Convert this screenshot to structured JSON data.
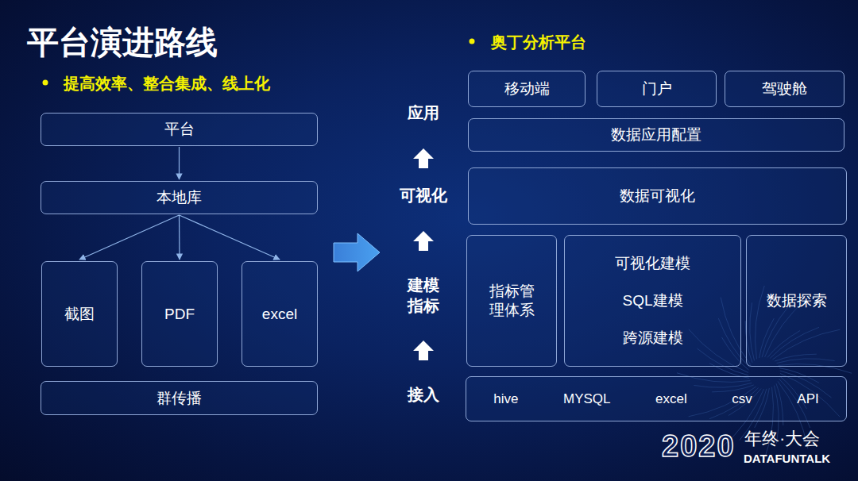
{
  "diagram": {
    "title": "平台演进路线",
    "nodes": [
      {
        "text": [
          "平台"
        ]
      },
      {
        "text": [
          "本地库"
        ]
      },
      {
        "text": [
          "截图"
        ]
      },
      {
        "text": [
          "PDF"
        ]
      },
      {
        "text": [
          "excel"
        ]
      },
      {
        "text": [
          "群传播"
        ]
      },
      {
        "text": [
          "移动端"
        ]
      },
      {
        "text": [
          "门户"
        ]
      },
      {
        "text": [
          "驾驶舱"
        ]
      },
      {
        "text": [
          "数据应用配置"
        ]
      },
      {
        "text": [
          "数据可视化"
        ]
      },
      {
        "text": [
          "指标管 理体系"
        ]
      },
      {
        "text": [
          "可视化建模",
          "SQL建模",
          "跨源建模"
        ]
      },
      {
        "text": [
          "数据探索"
        ]
      },
      {
        "text": [
          "hive",
          "MYSQL",
          "excel",
          "csv",
          "API"
        ]
      }
    ],
    "edges": [
      {
        "from": 0,
        "to": 1,
        "arrow": "to"
      },
      {
        "from": 1,
        "to": 2,
        "arrow": "to"
      },
      {
        "from": 1,
        "to": 3,
        "arrow": "to"
      },
      {
        "from": 1,
        "to": 4,
        "arrow": "to"
      }
    ],
    "labels": [
      "提高效率、整合集成、线上化",
      "奥丁分析平台",
      "应用",
      "可视化",
      "建模 指标",
      "接入",
      "2020",
      "年终·大会",
      "DATAFUNTALK"
    ]
  }
}
